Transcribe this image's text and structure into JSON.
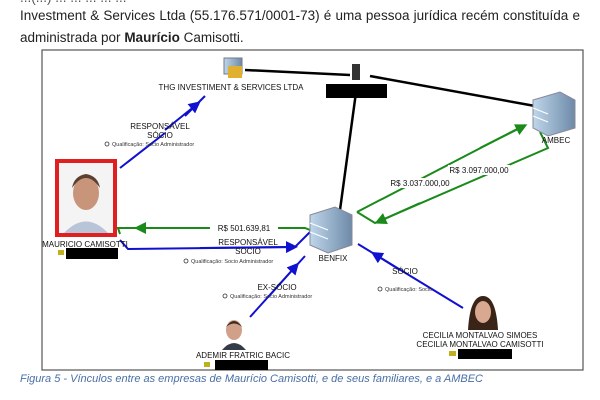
{
  "paragraph": {
    "line0": "...(...) ... ... ... ... ...",
    "line1": "Investment & Services Ltda (55.176.571/0001-73) é uma pessoa jurídica recém constituída e",
    "line2_pre": "administrada por ",
    "line2_bold": "Maurício",
    "line2_post": " Camisotti."
  },
  "diagram": {
    "nodes": {
      "thg": "THG INVESTIMENT & SERVICES LTDA",
      "ambec": "AMBEC",
      "benfix": "BENFIX",
      "mauricio": "MAURICIO CAMISOTTI",
      "ademir": "ADEMIR FRATRIC BACIC",
      "cecilia1": "CECILIA MONTALVAO SIMOES",
      "cecilia2": "CECILIA MONTALVAO CAMISOTTI"
    },
    "edges": {
      "m_thg_1": "RESPONSÁVEL",
      "m_thg_2": "SÓCIO",
      "m_thg_q": "Qualificação: Socio Administrador",
      "benfix_m": "R$ 501.639,81",
      "m_benfix_1": "RESPONSÁVEL",
      "m_benfix_2": "SÓCIO",
      "m_benfix_q": "Qualificação: Socio Administrador",
      "ademir_1": "EX-SÓCIO",
      "ademir_q": "Qualificação: Socio Administrador",
      "cecilia_1": "SÓCIO",
      "cecilia_q": "Qualificação: Socio",
      "benfix_ambec": "R$ 3.097.000,00",
      "ambec_benfix": "R$ 3.037.000,00"
    },
    "colors": {
      "blue": "#1010d0",
      "green": "#1a8a1a",
      "red": "#e02020"
    }
  },
  "caption": "Figura 5 - Vínculos entre as empresas de Maurício Camisotti, e de seus familiares, e a AMBEC"
}
